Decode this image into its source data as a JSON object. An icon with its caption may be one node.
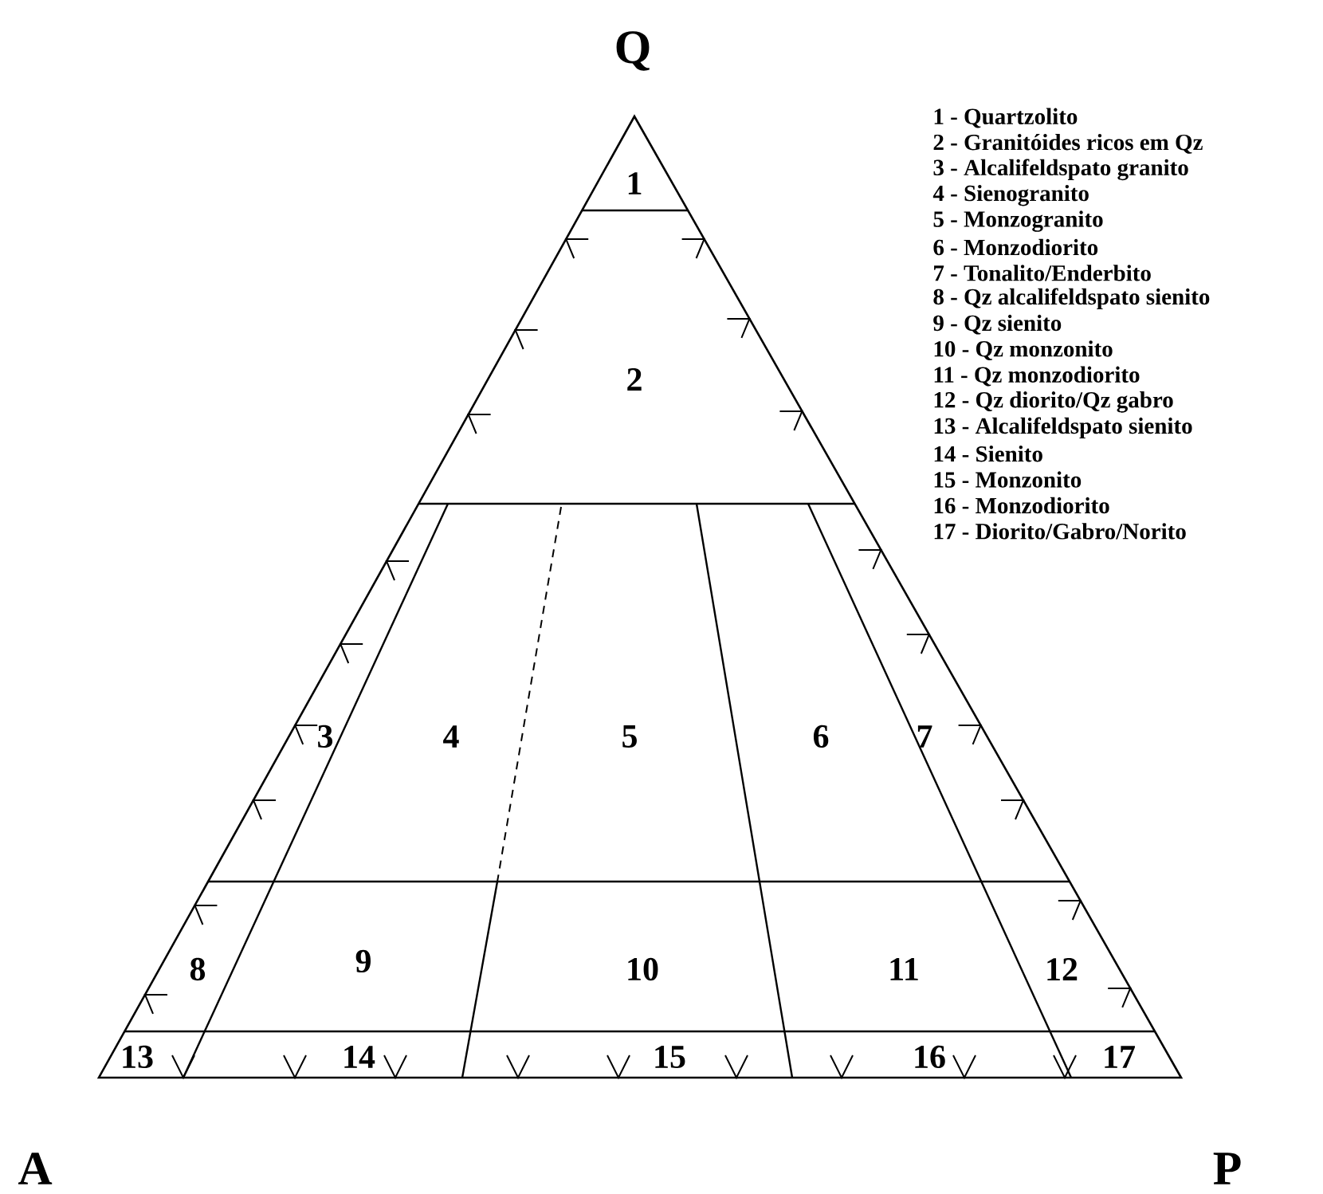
{
  "diagram": {
    "labels": [
      "Q",
      "1 - Quartzolito",
      "2 - Granitóides ricos em Qz",
      "3 - Alcalifeldspato granito",
      "4 - Sienogranito",
      "5 - Monzogranito",
      "6 - Monzodiorito",
      "7 - Tonalito/Enderbito",
      "8 - Qz alcalifeldspato sienito",
      "9 - Qz sienito",
      "10 - Qz monzonito",
      "11 - Qz monzodiorito",
      "12 - Qz diorito/Qz gabro",
      "13 - Alcalifeldspato sienito",
      "14 - Sienito",
      "15 - Monzonito",
      "16 - Monzodiorito",
      "17 - Diorito/Gabro/Norito",
      "1",
      "2",
      "3",
      "4",
      "5",
      "6",
      "7",
      "8",
      "9",
      "10",
      "11",
      "12",
      "13",
      "14",
      "15",
      "16",
      "17",
      "A",
      "P"
    ]
  }
}
